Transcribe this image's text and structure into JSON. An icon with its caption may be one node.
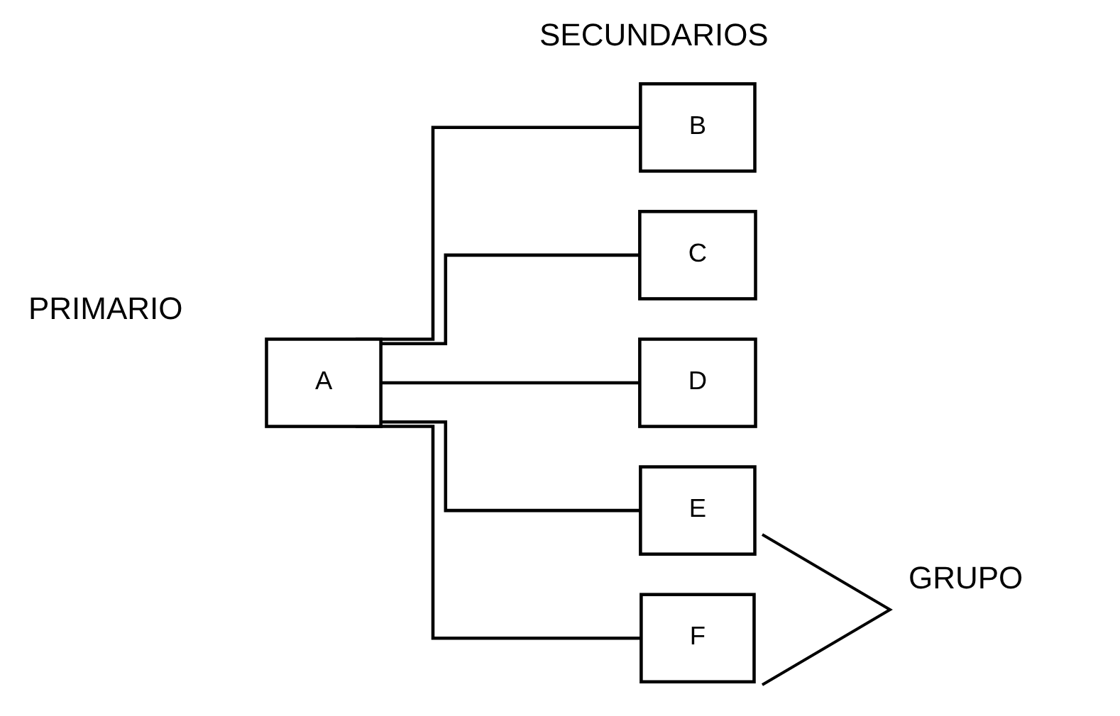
{
  "diagram": {
    "nodes": [
      {
        "text": [
          "A"
        ]
      },
      {
        "text": [
          "B"
        ]
      },
      {
        "text": [
          "C"
        ]
      },
      {
        "text": [
          "D"
        ]
      },
      {
        "text": [
          "E"
        ]
      },
      {
        "text": [
          "F"
        ]
      }
    ],
    "edges": [
      {
        "from": 0,
        "to": 1,
        "arrow": "none"
      },
      {
        "from": 0,
        "to": 2,
        "arrow": "none"
      },
      {
        "from": 0,
        "to": 3,
        "arrow": "none"
      },
      {
        "from": 0,
        "to": 4,
        "arrow": "none"
      },
      {
        "from": 0,
        "to": 5,
        "arrow": "none"
      }
    ],
    "labels": [
      "SECUNDARIOS",
      "PRIMARIO",
      "GRUPO"
    ]
  }
}
